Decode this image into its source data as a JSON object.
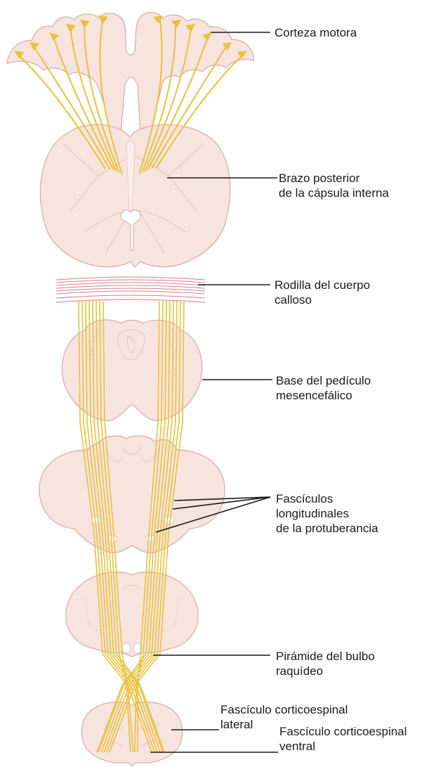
{
  "colors": {
    "tissue_fill": "#f8e4df",
    "tissue_stroke": "#d9aaa3",
    "inner_stroke": "#e6c3bd",
    "fiber": "#e8c23a",
    "fiber_light": "#f2d868",
    "callosum": "#d97a8c",
    "leader": "#1a1a1a",
    "text": "#1a1a1a"
  },
  "labels": {
    "corteza_motora": {
      "line1": "Corteza motora"
    },
    "capsula_interna": {
      "line1": "Brazo posterior",
      "line2": "de la cápsula interna"
    },
    "rodilla": {
      "line1": "Rodilla del cuerpo",
      "line2": "calloso"
    },
    "pediculo": {
      "line1": "Base del pedículo",
      "line2": "mesencefálico"
    },
    "fasciculos": {
      "line1": "Fascículos",
      "line2": "longitudinales",
      "line3": "de la protuberancia"
    },
    "piramide": {
      "line1": "Pirámide del bulbo",
      "line2": "raquídeo"
    },
    "lateral": {
      "line1": "Fascículo corticoespinal",
      "line2": "lateral"
    },
    "ventral": {
      "line1": "Fascículo corticoespinal",
      "line2": "ventral"
    }
  }
}
